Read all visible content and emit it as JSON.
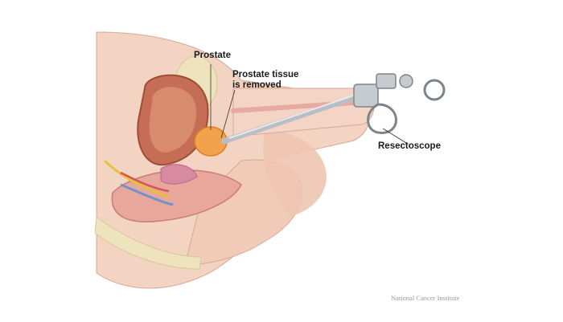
{
  "labels": {
    "prostate": "Prostate",
    "tissue_line1": "Prostate tissue",
    "tissue_line2": "is removed",
    "resectoscope": "Resectoscope"
  },
  "credit": "National Cancer Institute",
  "colors": {
    "skin": "#f3d3c2",
    "skin_shadow": "#e2b39f",
    "bladder": "#c66e55",
    "prostate": "#f2a24a",
    "instrument": "#b9bec4",
    "bone": "#efe3bd"
  }
}
